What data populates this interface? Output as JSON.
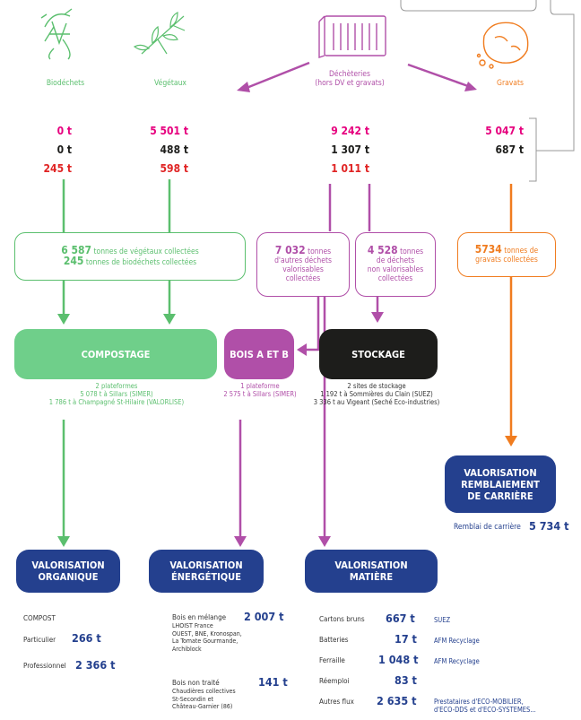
{
  "sources": {
    "biodechets": "Biodéchets",
    "vegetaux": "Végétaux",
    "decheteries_l1": "Déchèteries",
    "decheteries_l2": "(hors DV et gravats)",
    "gravats": "Gravats"
  },
  "tonnages": {
    "bio": [
      "0 t",
      "0 t",
      "245 t"
    ],
    "veg": [
      "5 501 t",
      "488 t",
      "598 t"
    ],
    "dech": [
      "9 242 t",
      "1 307 t",
      "1 011 t"
    ],
    "grav": [
      "5 047 t",
      "687 t"
    ]
  },
  "collect": {
    "veg_num": "6 587",
    "veg_txt": "tonnes de végétaux collectées",
    "bio_num": "245",
    "bio_txt": "tonnes de biodéchets collectées",
    "autres_num": "7 032",
    "autres_txt1": "tonnes",
    "autres_txt2": "d'autres déchets",
    "autres_txt3": "valorisables",
    "autres_txt4": "collectées",
    "nonval_num": "4 528",
    "nonval_txt1": "tonnes",
    "nonval_txt2": "de déchets",
    "nonval_txt3": "non valorisables",
    "nonval_txt4": "collectées",
    "grav_num": "5734",
    "grav_txt1": "tonnes de",
    "grav_txt2": "gravats collectées"
  },
  "process": {
    "compostage": "COMPOSTAGE",
    "compostage_sub": [
      "2 plateformes",
      "5 078 t à Sillars (SIMER)",
      "1 786 t à Champagné St-Hilaire (VALORLISE)"
    ],
    "bois": "BOIS A ET B",
    "bois_sub": [
      "1 plateforme",
      "2 575 t à Sillars (SIMER)"
    ],
    "stockage": "STOCKAGE",
    "stockage_sub": [
      "2 sites de stockage",
      "1 192 t à Sommières du Clain (SUEZ)",
      "3 336 t au Vigeant (Seché Eco-industries)"
    ]
  },
  "valorisation": {
    "remblai_l1": "VALORISATION",
    "remblai_l2": "REMBLAIEMENT",
    "remblai_l3": "DE CARRIÈRE",
    "remblai_label": "Remblai de carrière",
    "remblai_val": "5 734 t",
    "organique_l1": "VALORISATION",
    "organique_l2": "ORGANIQUE",
    "energetique_l1": "VALORISATION",
    "energetique_l2": "ÉNERGÉTIQUE",
    "matiere_l1": "VALORISATION",
    "matiere_l2": "MATIÈRE"
  },
  "organique": {
    "compost": "COMPOST",
    "particulier": "Particulier",
    "particulier_val": "266 t",
    "professionnel": "Professionnel",
    "professionnel_val": "2 366 t"
  },
  "energetique": {
    "bois_melange": "Bois en mélange",
    "bois_melange_val": "2 007 t",
    "bois_melange_note": [
      "LHOIST France",
      "OUEST, BNE, Kronospan,",
      "La Tomate Gourmande,",
      "Archiblock"
    ],
    "bois_non_traite": "Bois non traité",
    "bois_non_traite_val": "141 t",
    "bois_non_traite_note": [
      "Chaudières collectives",
      "St-Secondin et",
      "Château-Garnier (86)"
    ]
  },
  "matiere": [
    {
      "label": "Cartons bruns",
      "val": "667 t",
      "dest": "SUEZ"
    },
    {
      "label": "Batteries",
      "val": "17 t",
      "dest": "AFM Recyclage"
    },
    {
      "label": "Ferraille",
      "val": "1 048 t",
      "dest": "AFM Recyclage"
    },
    {
      "label": "Réemploi",
      "val": "83 t",
      "dest": ""
    },
    {
      "label": "Autres flux",
      "val": "2 635 t",
      "dest": "Prestataires d'ECO-MOBILIER,"
    }
  ],
  "matiere_dest_extra": "d'ECO-DDS et d'ECO-SYSTEMES...",
  "colors": {
    "green": "#5bbf6e",
    "magenta": "#e6007e",
    "purple": "#b04fa8",
    "orange": "#f07c1f",
    "navy": "#24408e",
    "red": "#e02424",
    "dark": "#1d1d1b"
  }
}
